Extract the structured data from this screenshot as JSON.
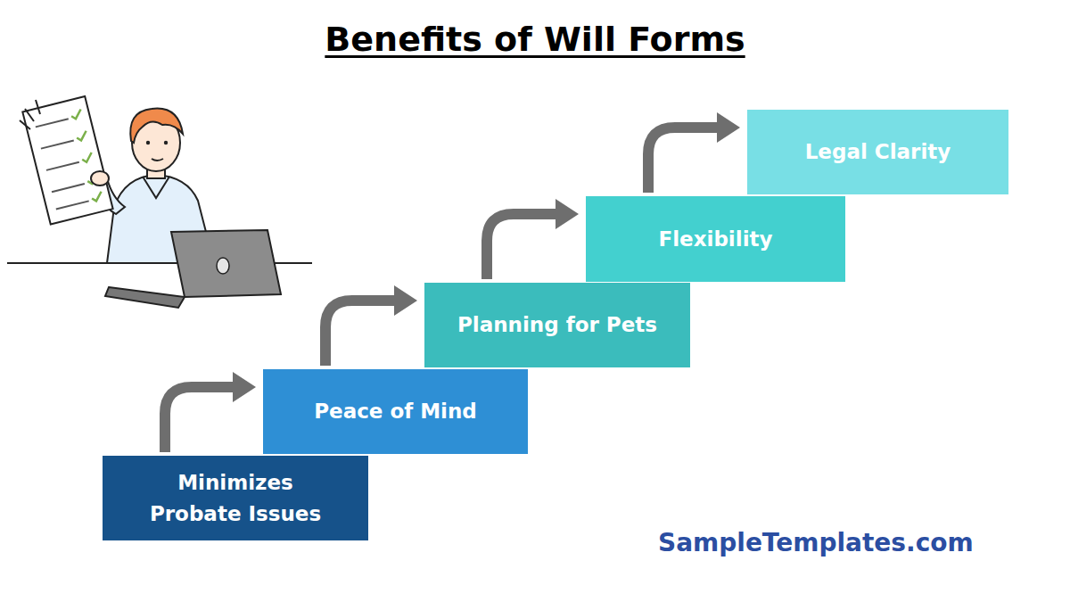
{
  "diagram": {
    "title": "Benefits of Will Forms",
    "nodes": [
      {
        "text": [
          "Minimizes Probate Issues"
        ]
      },
      {
        "text": [
          "Peace of Mind"
        ]
      },
      {
        "text": [
          "Planning for Pets"
        ]
      },
      {
        "text": [
          "Flexibility"
        ]
      },
      {
        "text": [
          "Legal Clarity"
        ]
      }
    ],
    "edges": [
      {
        "from": 0,
        "to": 1,
        "arrow": "to"
      },
      {
        "from": 1,
        "to": 2,
        "arrow": "to"
      },
      {
        "from": 2,
        "to": 3,
        "arrow": "to"
      },
      {
        "from": 3,
        "to": 4,
        "arrow": "to"
      }
    ],
    "labels": [
      "SampleTemplates.com"
    ]
  }
}
